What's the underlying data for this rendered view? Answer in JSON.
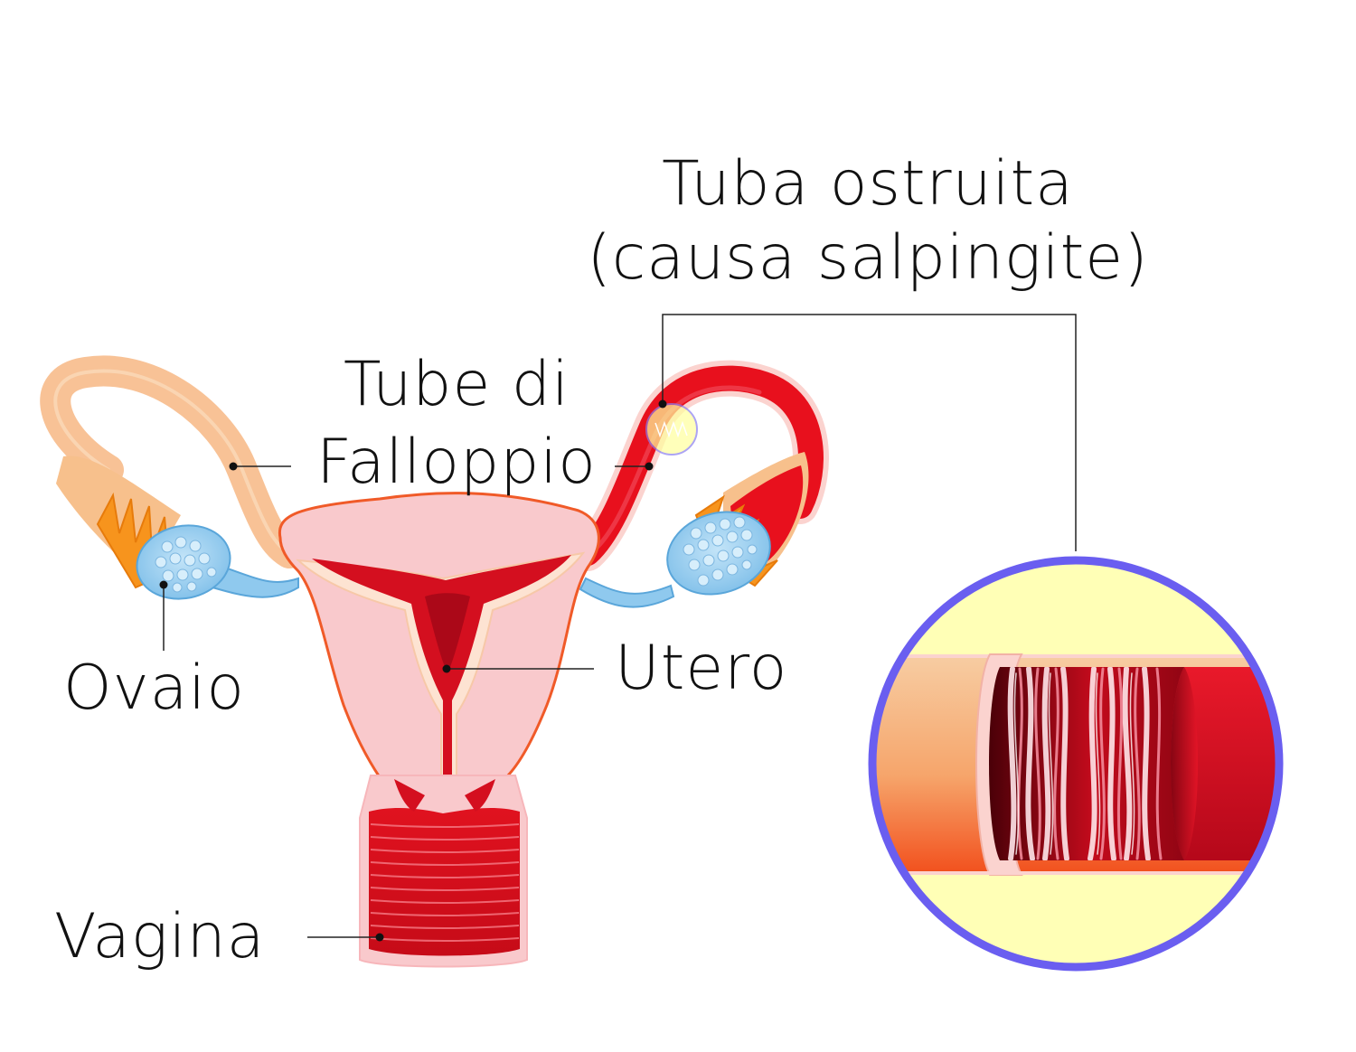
{
  "labels": {
    "blocked_tube_line1": "Tuba ostruita",
    "blocked_tube_line2": "(causa salpingite)",
    "fallopian_line1": "Tube di",
    "fallopian_line2": "Falloppio",
    "ovary": "Ovaio",
    "uterus": "Utero",
    "vagina": "Vagina"
  },
  "colors": {
    "uterus_outer": "#f9c9cc",
    "uterus_border": "#f05a28",
    "cavity": "#d40f1f",
    "cavity_dark": "#a00616",
    "tube_healthy": "#f7c79a",
    "tube_inflamed": "#e8101d",
    "ovary": "#8fc9ee",
    "fimbriae": "#f7941d",
    "zoom_ring": "#6a5ef0",
    "zoom_fill": "#ffffb6",
    "leader_line": "#222222"
  }
}
